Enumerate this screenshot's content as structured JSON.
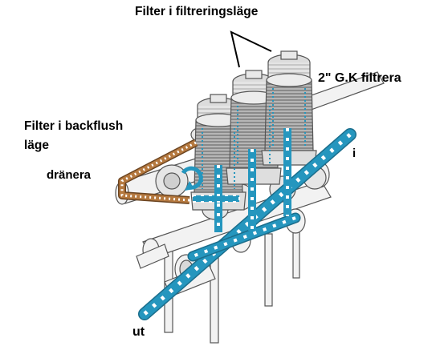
{
  "labels": {
    "filter_mode": "Filter i filtreringsläge",
    "product": "2\" G.K filtrera",
    "backflush_line1": "Filter i backflush",
    "backflush_line2": "läge",
    "drain": "dränera",
    "inlet": "i",
    "outlet": "ut"
  },
  "colors": {
    "flow": "#2596be",
    "flow_dark": "#1b6e8c",
    "backflush": "#b5793f",
    "backflush_dark": "#6b4420",
    "line_art": "#555555",
    "metal_light": "#ececec",
    "metal_shade": "#bdbdbd",
    "screen": "#8c8c8c"
  },
  "icons": [
    "arrow-chevron-icon",
    "curved-arrow-icon"
  ]
}
